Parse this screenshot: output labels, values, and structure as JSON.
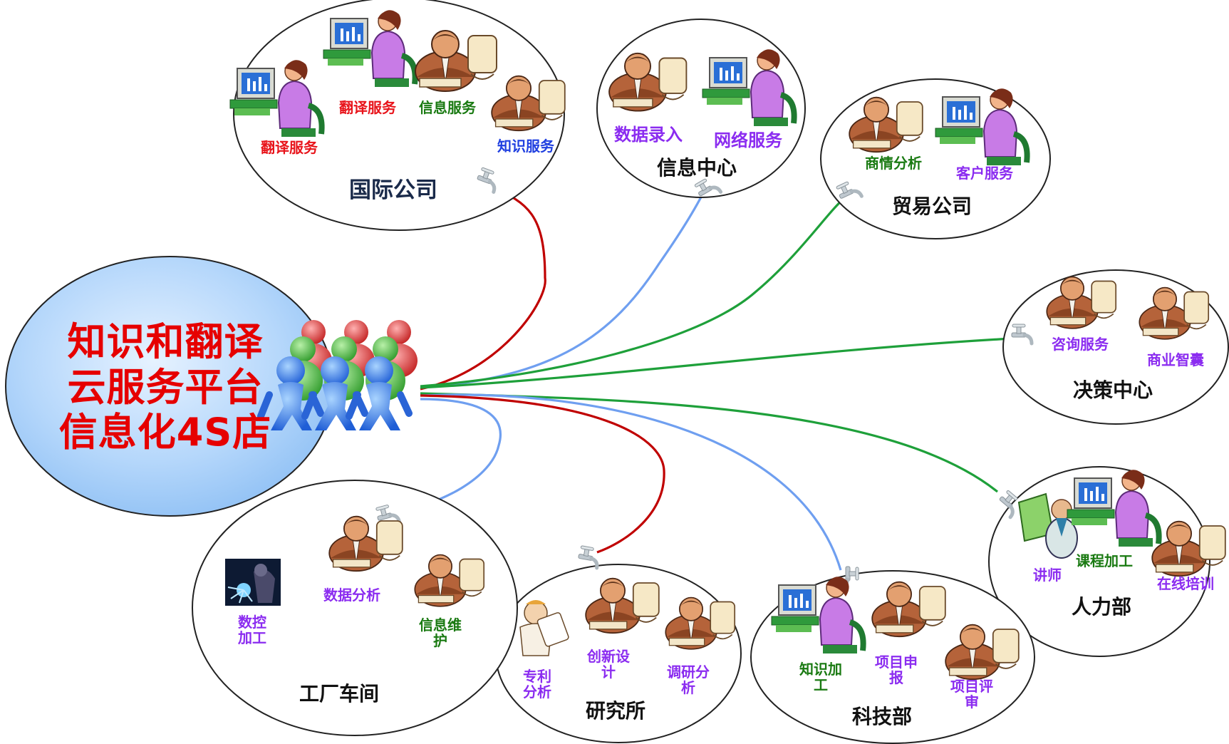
{
  "hub": {
    "line1": "知识和翻译",
    "line2": "云服务平台",
    "line3": "信息化4S店"
  },
  "colors": {
    "red": "#c00000",
    "blue": "#6f9ff0",
    "green": "#1ea03a",
    "label_red": "#e8141b",
    "label_green": "#1a7a12",
    "label_blue": "#1f3fe0",
    "label_purple": "#8b2cf0"
  },
  "nodes": {
    "guoji": {
      "title": "国际公司",
      "items": [
        "翻译服务",
        "翻译服务",
        "信息服务",
        "知识服务"
      ]
    },
    "xinxi": {
      "title": "信息中心",
      "items": [
        "数据录入",
        "网络服务"
      ]
    },
    "maoyi": {
      "title": "贸易公司",
      "items": [
        "商情分析",
        "客户服务"
      ]
    },
    "juece": {
      "title": "决策中心",
      "items": [
        "咨询服务",
        "商业智囊"
      ]
    },
    "renli": {
      "title": "人力部",
      "items": [
        "讲师",
        "课程加工",
        "在线培训"
      ]
    },
    "keji": {
      "title": "科技部",
      "items": [
        "知识加",
        "工",
        "项目申",
        "报",
        "项目评",
        "审"
      ]
    },
    "yanjiu": {
      "title": "研究所",
      "items": [
        "专利",
        "分析",
        "创新设",
        "计",
        "调研分",
        "析"
      ]
    },
    "gongchang": {
      "title": "工厂车间",
      "items": [
        "数控",
        "加工",
        "数据分析",
        "信息维",
        "护"
      ]
    }
  }
}
